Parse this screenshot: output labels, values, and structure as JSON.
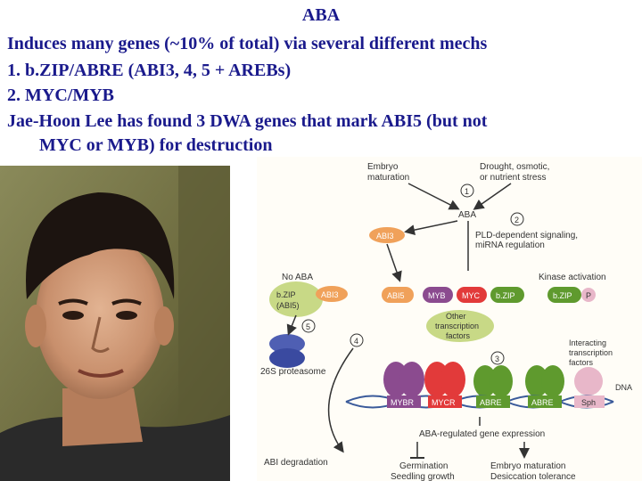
{
  "slide": {
    "title": "ABA",
    "lines": [
      "Induces many genes (~10% of total) via several different mechs",
      "1.  b.ZIP/ABRE (ABI3, 4, 5 + AREBs)",
      "2.  MYC/MYB",
      "Jae-Hoon Lee has found 3 DWA genes that mark ABI5 (but not",
      "MYC or MYB) for destruction"
    ]
  },
  "diagram": {
    "embryo": "Embryo",
    "maturation": "maturation",
    "drought1": "Drought, osmotic,",
    "drought2": "or nutrient stress",
    "aba": "ABA",
    "abi3": "ABI3",
    "pld1": "PLD-dependent signaling,",
    "pld2": "miRNA regulation",
    "no_aba": "No ABA",
    "kinase": "Kinase activation",
    "bzip": "b.ZIP",
    "abi5_paren": "(ABI5)",
    "abi5": "ABI5",
    "myb": "MYB",
    "myc": "MYC",
    "p": "P",
    "other1": "Other",
    "other2": "transcription",
    "other3": "factors",
    "proteasome": "26S proteasome",
    "interacting1": "Interacting",
    "interacting2": "transcription",
    "interacting3": "factors",
    "dna": "DNA",
    "mybr": "MYBR",
    "mycr": "MYCR",
    "abre": "ABRE",
    "sph": "Sph",
    "aba_gene": "ABA-regulated gene expression",
    "abi_deg": "ABI degradation",
    "germ1": "Germination",
    "germ2": "Seedling growth",
    "emb1": "Embryo maturation",
    "emb2": "Desiccation tolerance",
    "n1": "1",
    "n2": "2",
    "n3": "3",
    "n4": "4",
    "n5": "5"
  },
  "colors": {
    "text": "#1a1a8c",
    "orange": "#f0a15a",
    "green": "#5f9a2e",
    "red": "#e23a3a",
    "purple": "#8b4b8f",
    "lightgreen": "#c8d986",
    "pink": "#e8b7c9",
    "sidebar": "#c51f1f"
  }
}
